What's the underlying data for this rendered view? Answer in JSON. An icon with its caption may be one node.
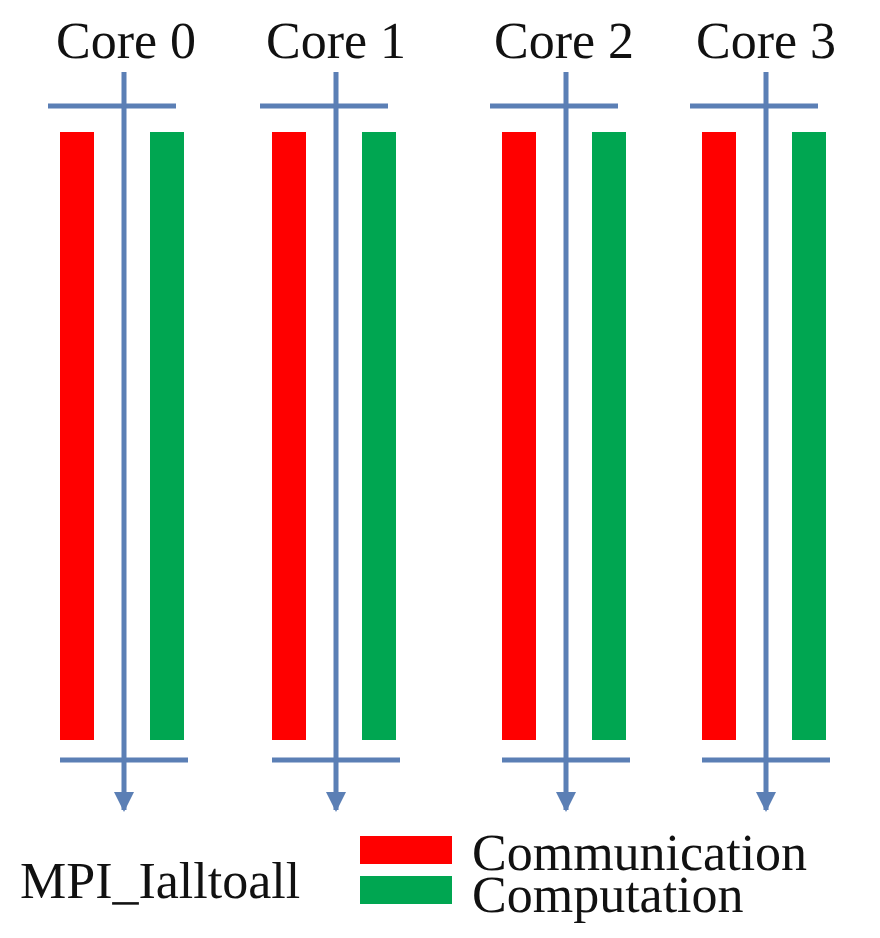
{
  "diagram": {
    "labels": [
      "Core 0",
      "Core 1",
      "Core 2",
      "Core 3",
      "MPI_Ialltoall"
    ],
    "legend": [
      {
        "text": "Communication",
        "color": "#ff0000"
      },
      {
        "text": "Computation",
        "color": "#00a651"
      }
    ]
  }
}
